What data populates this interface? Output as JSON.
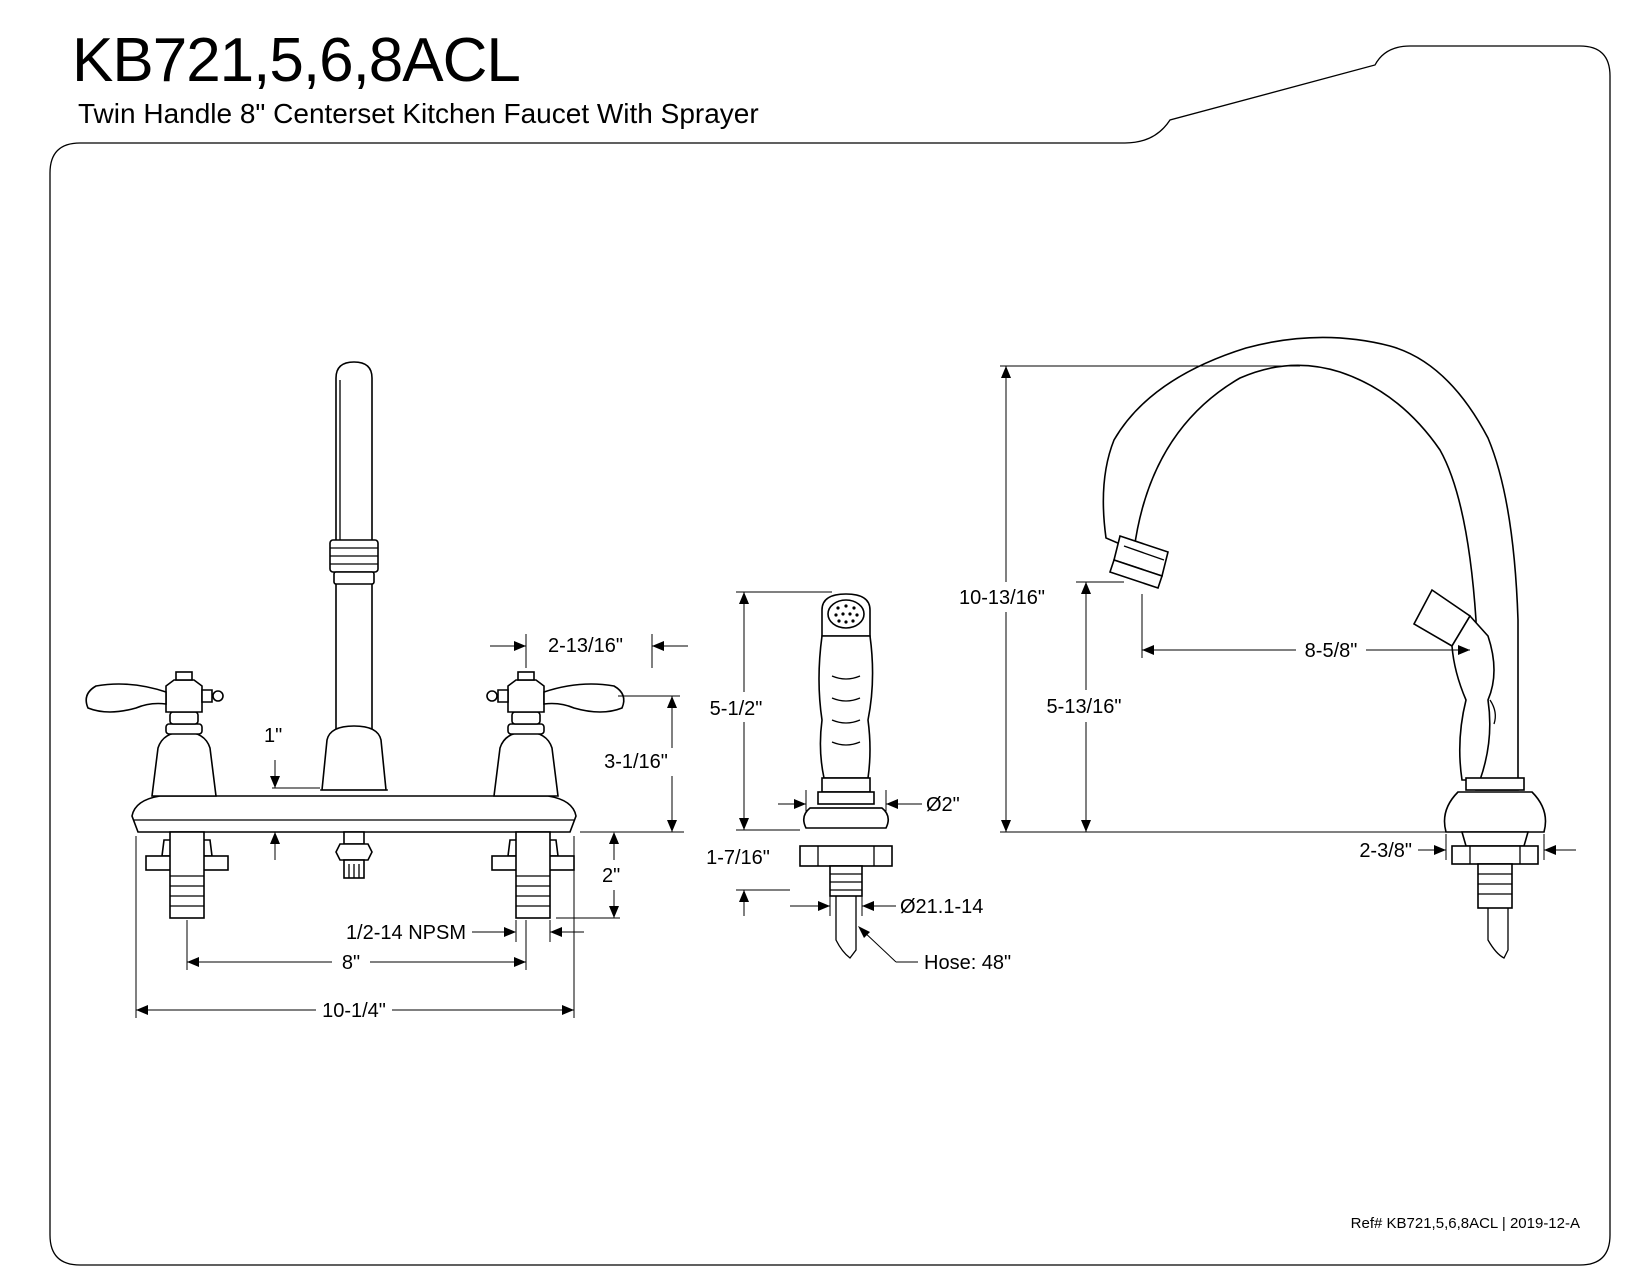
{
  "header": {
    "title": "KB721,5,6,8ACL",
    "subtitle": "Twin Handle 8\" Centerset Kitchen Faucet With Sprayer"
  },
  "front_view": {
    "dim_spout_above_deck": "1\"",
    "dim_handle_width": "2-13/16\"",
    "dim_handle_height": "3-1/16\"",
    "dim_shank_length": "2\"",
    "dim_thread": "1/2-14 NPSM",
    "dim_center": "8\"",
    "dim_overall_width": "10-1/4\""
  },
  "sprayer_view": {
    "dim_height": "5-1/2\"",
    "dim_base_diameter": "Ø2\"",
    "dim_shank": "1-7/16\"",
    "dim_thread": "Ø21.1-14",
    "dim_hose": "Hose: 48\""
  },
  "side_view": {
    "dim_overall_height": "10-13/16\"",
    "dim_spout_height": "5-13/16\"",
    "dim_reach": "8-5/8\"",
    "dim_base": "2-3/8\""
  },
  "footer": {
    "reference": "Ref# KB721,5,6,8ACL | 2019-12-A"
  }
}
